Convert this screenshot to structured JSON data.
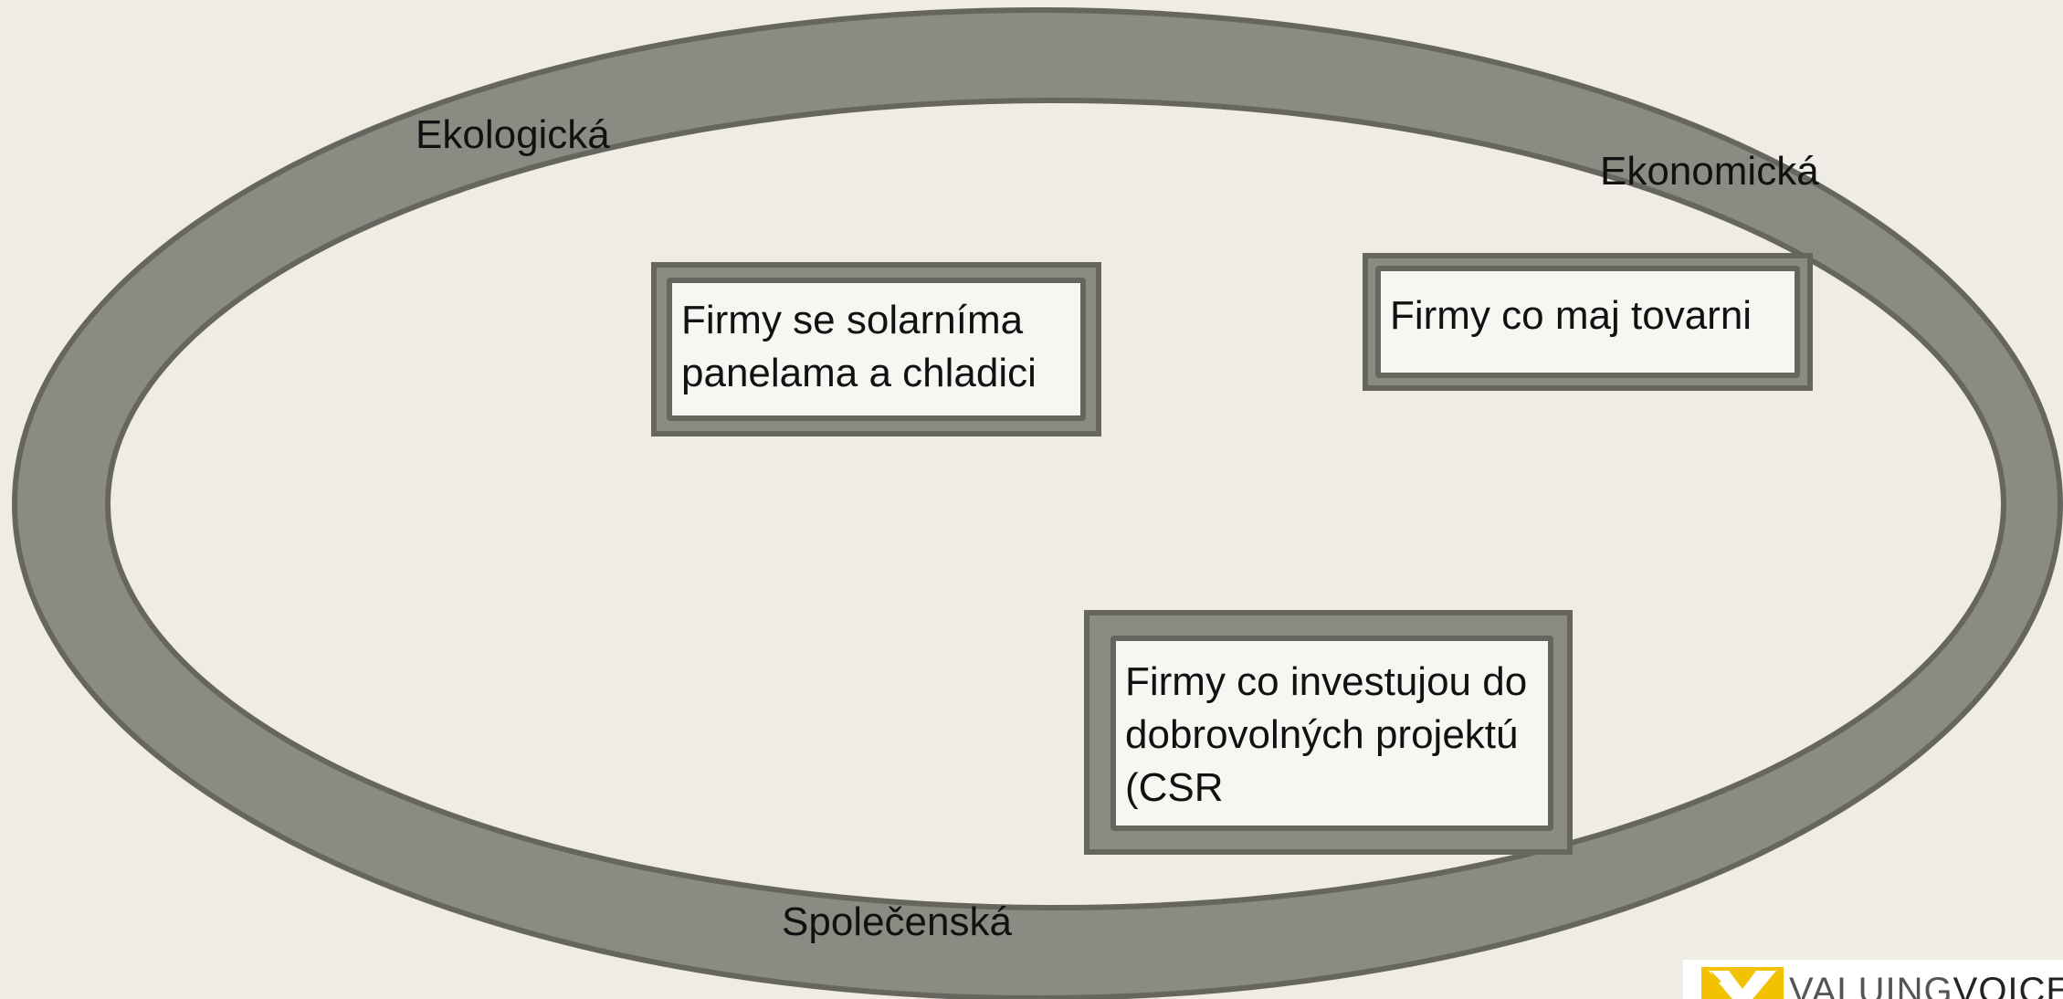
{
  "diagram": {
    "ring_labels": {
      "ecological": "Ekologická",
      "economic": "Ekonomická",
      "social": "Společenská"
    },
    "boxes": {
      "solar": "Firmy se solarníma\npanelama a chladici",
      "factories": "Firmy co maj tovarni",
      "csr": "Firmy co investujou do\ndobrovolných projektú\n(CSR"
    }
  },
  "logo": {
    "word_light": "VALUING",
    "word_strong": "VOICES",
    "accent_color": "#f2c200"
  },
  "colors": {
    "background": "#eeece4",
    "ring_fill": "#8b8b84",
    "ring_stroke": "#66665f",
    "box_inner": "#f7f6f2"
  }
}
